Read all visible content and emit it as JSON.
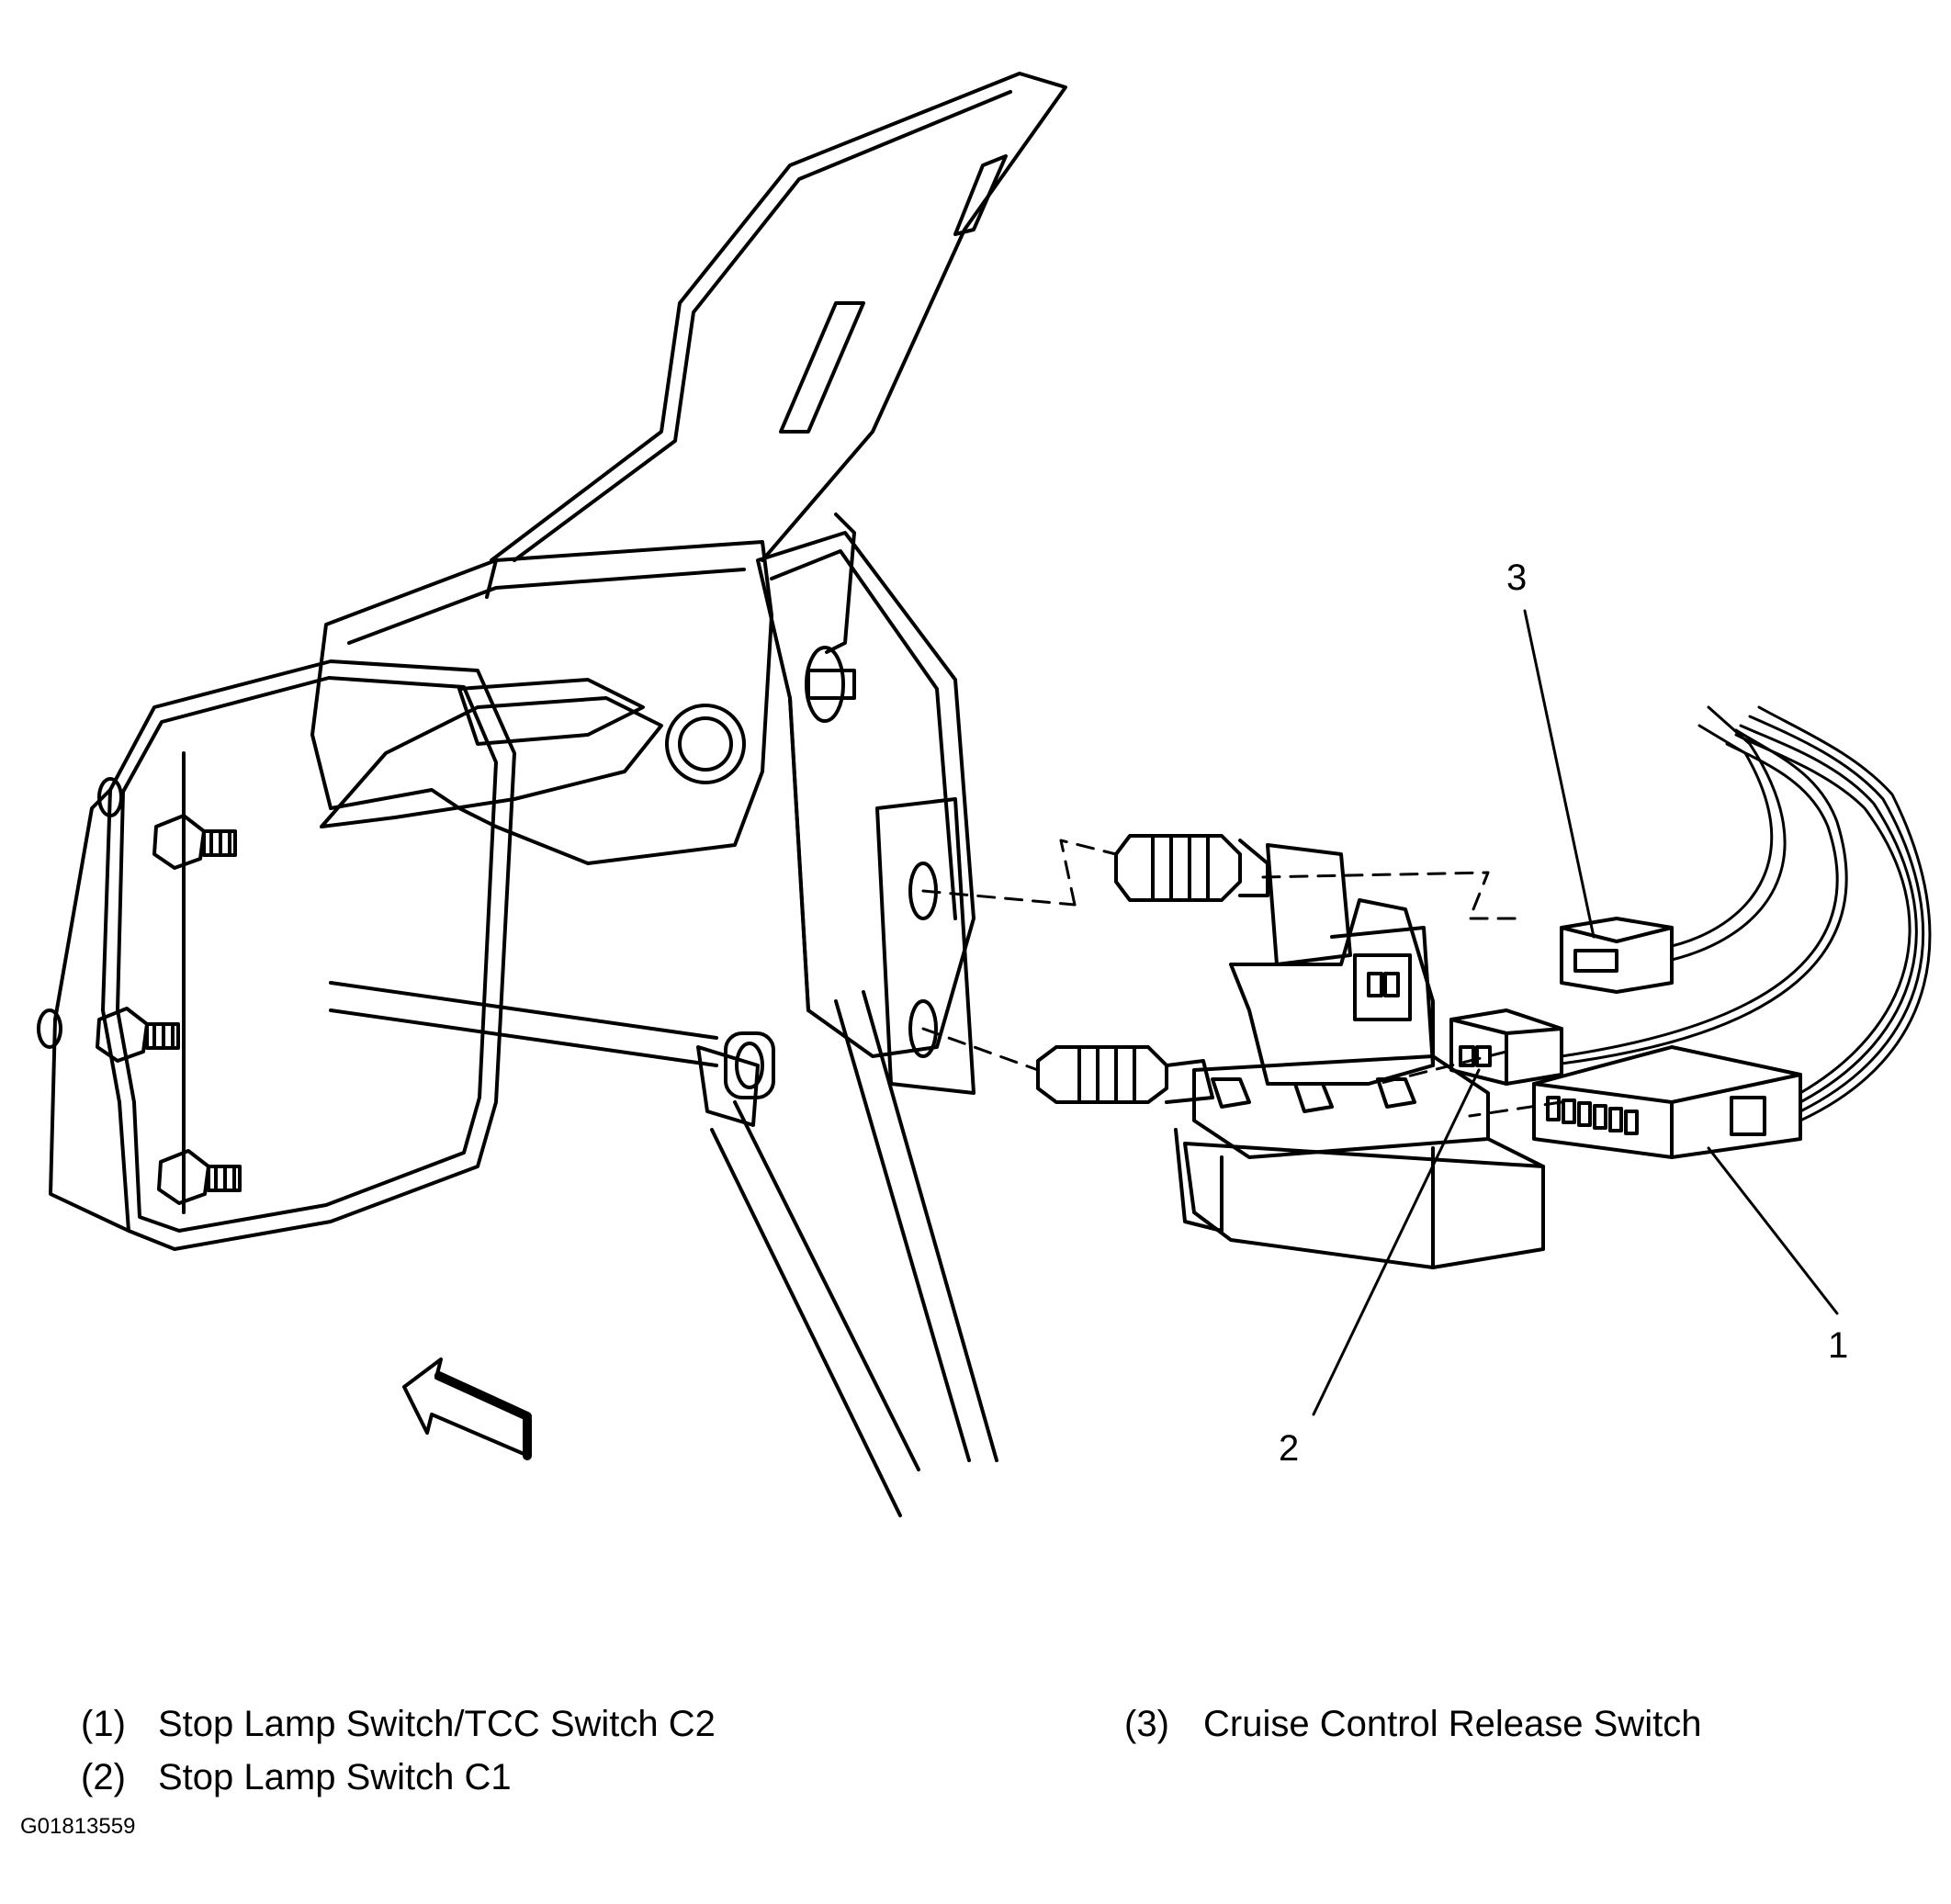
{
  "callouts": {
    "one": "1",
    "two": "2",
    "three": "3"
  },
  "legend": [
    {
      "num": "(1)",
      "text": "Stop Lamp Switch/TCC Switch C2"
    },
    {
      "num": "(2)",
      "text": "Stop Lamp Switch C1"
    },
    {
      "num": "(3)",
      "text": "Cruise Control Release Switch"
    }
  ],
  "figure_id": "G01813559"
}
